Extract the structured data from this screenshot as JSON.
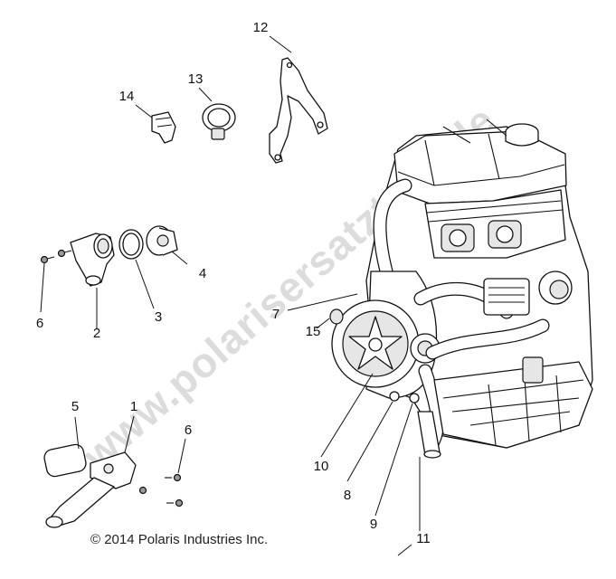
{
  "diagram": {
    "watermark": "www.polarisersatzteile.de",
    "copyright": "© 2014 Polaris Industries Inc.",
    "engine_cover_text": "",
    "callouts": [
      {
        "id": "c1",
        "label": "1"
      },
      {
        "id": "c2",
        "label": "2"
      },
      {
        "id": "c3",
        "label": "3"
      },
      {
        "id": "c4",
        "label": "4"
      },
      {
        "id": "c5",
        "label": "5"
      },
      {
        "id": "c6a",
        "label": "6"
      },
      {
        "id": "c6b",
        "label": "6"
      },
      {
        "id": "c7",
        "label": "7"
      },
      {
        "id": "c8",
        "label": "8"
      },
      {
        "id": "c9",
        "label": "9"
      },
      {
        "id": "c10",
        "label": "10"
      },
      {
        "id": "c11",
        "label": "11"
      },
      {
        "id": "c12",
        "label": "12"
      },
      {
        "id": "c13",
        "label": "13"
      },
      {
        "id": "c14",
        "label": "14"
      },
      {
        "id": "c15",
        "label": "15"
      }
    ]
  }
}
